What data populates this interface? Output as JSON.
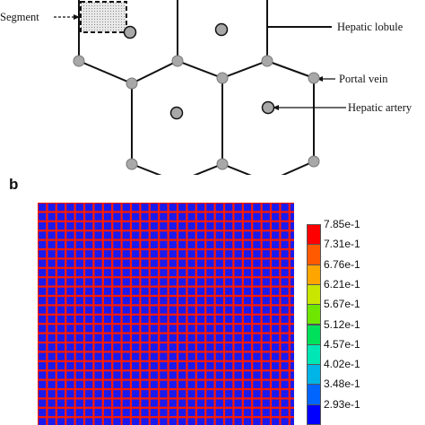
{
  "panel_a": {
    "labels": {
      "segment": "Segment",
      "hepatic_lobule": "Hepatic lobule",
      "portal_vein": "Portal vein",
      "hepatic_artery": "Hepatic artery"
    },
    "colors": {
      "node": "#a8a8a8",
      "edge": "#111111",
      "segment_fill": "#d9d9d9"
    }
  },
  "panel_b": {
    "label": "b",
    "grid_colors": {
      "cell": "#1a1aee",
      "border": "#ff1a00"
    },
    "colorbar": {
      "ticks": [
        "7.85e-1",
        "7.31e-1",
        "6.76e-1",
        "6.21e-1",
        "5.67e-1",
        "5.12e-1",
        "4.57e-1",
        "4.02e-1",
        "3.48e-1",
        "2.93e-1"
      ],
      "colors": [
        "#ff0000",
        "#ff5a00",
        "#ffa500",
        "#c8e600",
        "#6ee600",
        "#00e05a",
        "#00e6b4",
        "#00b4e6",
        "#0064ff",
        "#0000ff"
      ]
    }
  }
}
